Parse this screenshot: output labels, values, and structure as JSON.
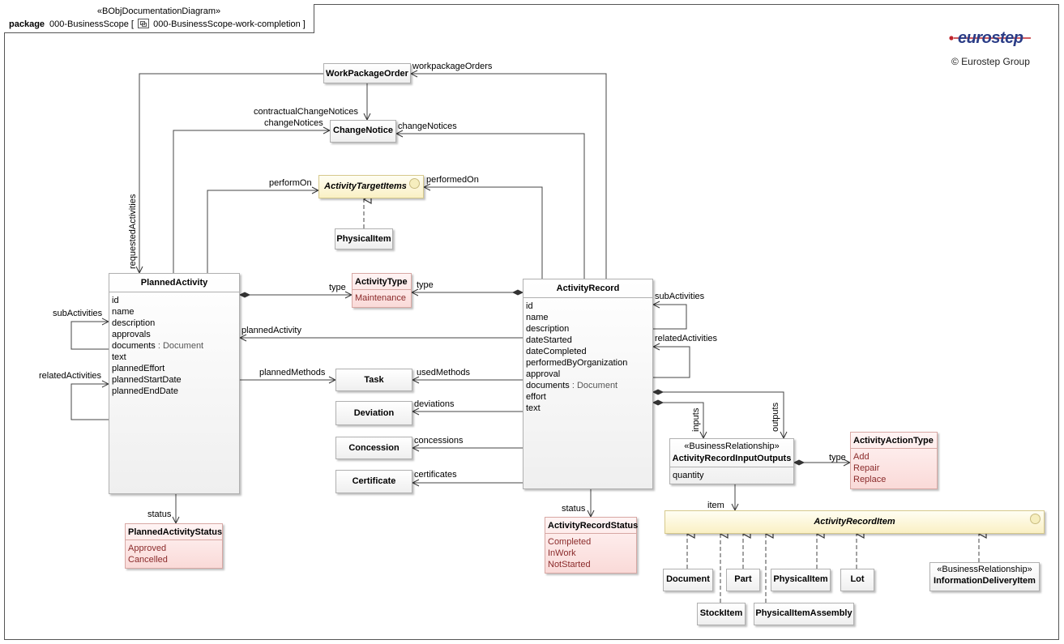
{
  "header": {
    "stereotype": "«BObjDocumentationDiagram»",
    "package_keyword": "package",
    "path": "000-BusinessScope [",
    "diagram_name": "000-BusinessScope-work-completion ]"
  },
  "brand": {
    "logo": "eurostep",
    "copyright": "© Eurostep Group"
  },
  "classes": {
    "work_package_order": "WorkPackageOrder",
    "change_notice": "ChangeNotice",
    "activity_target_items": "ActivityTargetItems",
    "physical_item_top": "PhysicalItem",
    "planned_activity": {
      "name": "PlannedActivity",
      "attrs": [
        "id",
        "name",
        "description",
        "approvals",
        "documents",
        "text",
        "plannedEffort",
        "plannedStartDate",
        "plannedEndDate"
      ],
      "documents_type": " : Document"
    },
    "activity_type": {
      "name": "ActivityType",
      "literals": [
        "Maintenance"
      ]
    },
    "activity_record": {
      "name": "ActivityRecord",
      "attrs": [
        "id",
        "name",
        "description",
        "dateStarted",
        "dateCompleted",
        "performedByOrganization",
        "approval",
        "documents",
        "effort",
        "text"
      ],
      "documents_type": " : Document"
    },
    "task": "Task",
    "deviation": "Deviation",
    "concession": "Concession",
    "certificate": "Certificate",
    "planned_activity_status": {
      "name": "PlannedActivityStatus",
      "literals": [
        "Approved",
        "Cancelled"
      ]
    },
    "activity_record_status": {
      "name": "ActivityRecordStatus",
      "literals": [
        "Completed",
        "InWork",
        "NotStarted"
      ]
    },
    "activity_record_input_outputs": {
      "stereotype": "«BusinessRelationship»",
      "name": "ActivityRecordInputOutputs",
      "attrs": [
        "quantity"
      ]
    },
    "activity_action_type": {
      "name": "ActivityActionType",
      "literals": [
        "Add",
        "Repair",
        "Replace"
      ]
    },
    "activity_record_item": "ActivityRecordItem",
    "document": "Document",
    "part": "Part",
    "physical_item_bottom": "PhysicalItem",
    "lot": "Lot",
    "stock_item": "StockItem",
    "physical_item_assembly": "PhysicalItemAssembly",
    "information_delivery_item": {
      "stereotype": "«BusinessRelationship»",
      "name": "InformationDeliveryItem"
    }
  },
  "roles": {
    "workpackage_orders": "workpackageOrders",
    "contractual_change_notices": "contractualChangeNotices",
    "change_notices_left": "changeNotices",
    "change_notices_right": "changeNotices",
    "perform_on": "performOn",
    "performed_on": "performedOn",
    "requested_activities": "requestedActivities",
    "type_left": "type",
    "type_right": "type",
    "sub_activities_left": "subActivities",
    "related_activities_left": "relatedActivities",
    "planned_activity": "plannedActivity",
    "planned_methods": "plannedMethods",
    "used_methods": "usedMethods",
    "deviations": "deviations",
    "concessions": "concessions",
    "certificates": "certificates",
    "sub_activities_right": "subActivities",
    "related_activities_right": "relatedActivities",
    "inputs": "inputs",
    "outputs": "outputs",
    "type_action": "type",
    "item": "item",
    "status_left": "status",
    "status_right": "status"
  }
}
